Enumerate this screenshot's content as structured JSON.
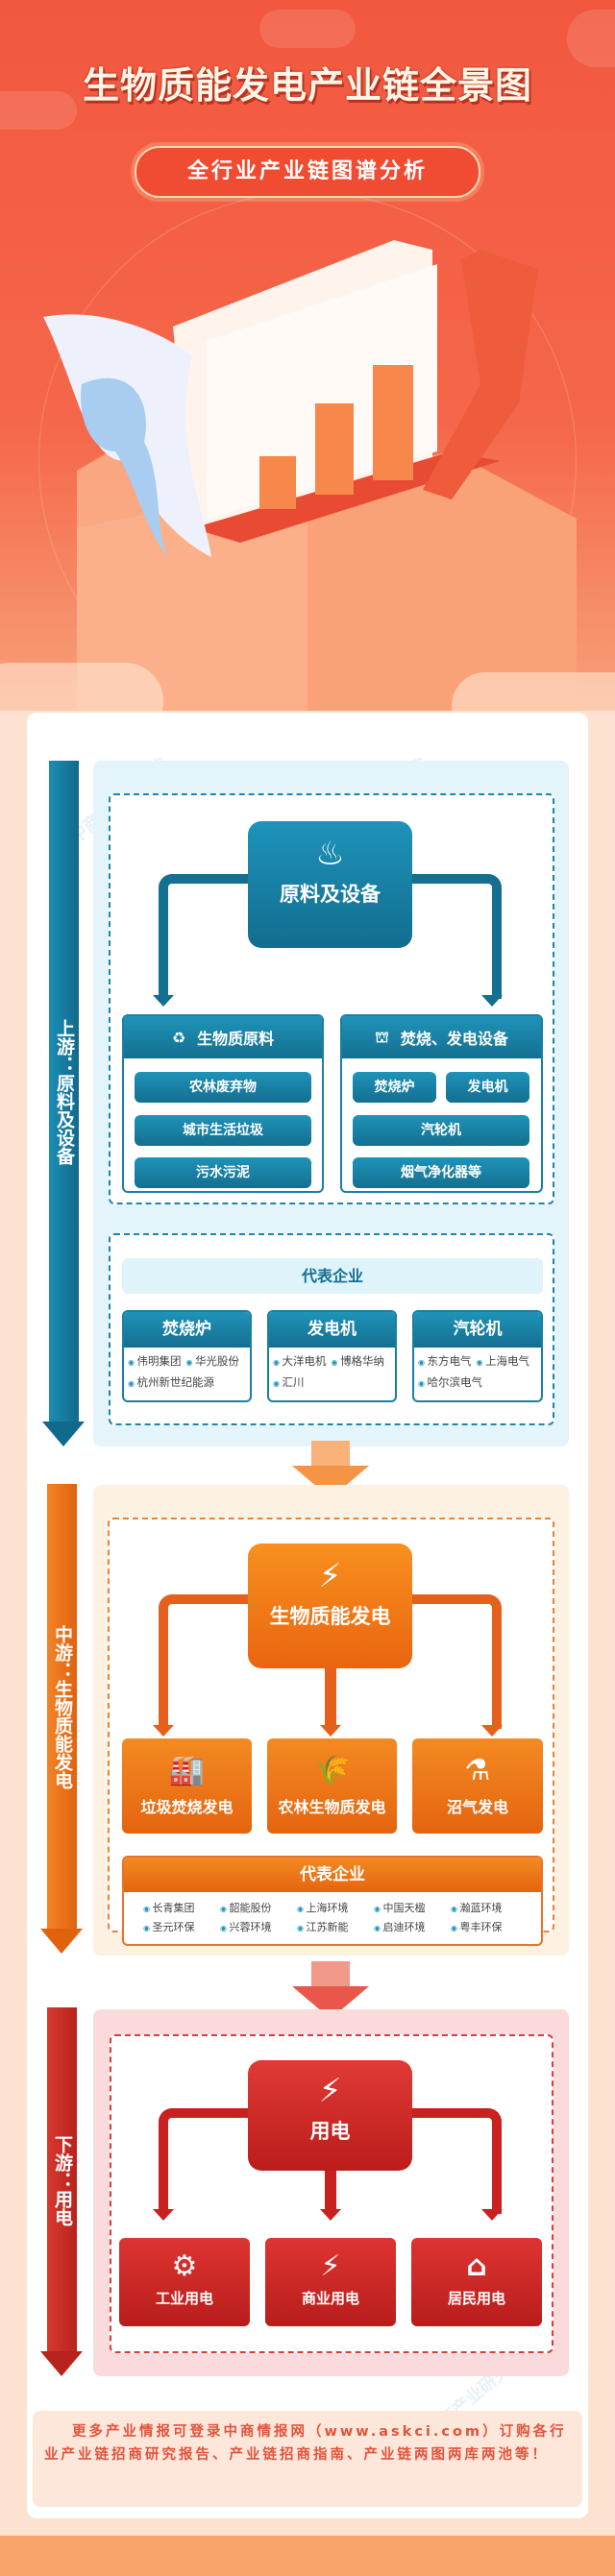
{
  "header": {
    "title": "生物质能发电产业链全景图",
    "subtitle": "全行业产业链图谱分析"
  },
  "watermark": "中商产业研究院",
  "colors": {
    "upstream": "#1a82a8",
    "midstream": "#f07a1c",
    "downstream": "#d42b2b",
    "hero": "#f2583f"
  },
  "upstream": {
    "label": "上游：原料及设备",
    "hub": {
      "label": "原料及设备",
      "icon": "factory-flame-icon"
    },
    "groups": [
      {
        "title": "生物质原料",
        "icon": "biomass-bag-icon",
        "items": [
          "农林废弃物",
          "城市生活垃圾",
          "污水污泥"
        ]
      },
      {
        "title": "焚烧、发电设备",
        "icon": "equipment-tower-icon",
        "items": [
          "焚烧炉",
          "发电机",
          "汽轮机",
          "烟气净化器等"
        ]
      }
    ],
    "rep_title": "代表企业",
    "companies": [
      {
        "category": "焚烧炉",
        "names": [
          "伟明集团",
          "华光股份",
          "杭州新世纪能源"
        ]
      },
      {
        "category": "发电机",
        "names": [
          "大洋电机",
          "博格华纳",
          "汇川"
        ]
      },
      {
        "category": "汽轮机",
        "names": [
          "东方电气",
          "上海电气",
          "哈尔滨电气"
        ]
      }
    ]
  },
  "midstream": {
    "label": "中游：生物质能发电",
    "hub": {
      "label": "生物质能发电",
      "icon": "power-tower-icon"
    },
    "types": [
      {
        "label": "垃圾焚烧发电",
        "icon": "power-plant-icon"
      },
      {
        "label": "农林生物质发电",
        "icon": "wheat-icon"
      },
      {
        "label": "沼气发电",
        "icon": "biogas-flask-icon"
      }
    ],
    "rep_title": "代表企业",
    "companies": [
      "长青集团",
      "韶能股份",
      "上海环境",
      "中国天楹",
      "瀚蓝环境",
      "圣元环保",
      "兴蓉环境",
      "江苏新能",
      "启迪环境",
      "粤丰环保"
    ]
  },
  "downstream": {
    "label": "下游：用电",
    "hub": {
      "label": "用电",
      "icon": "electric-board-icon"
    },
    "types": [
      {
        "label": "工业用电",
        "icon": "industrial-power-icon"
      },
      {
        "label": "商业用电",
        "icon": "commercial-power-icon"
      },
      {
        "label": "居民用电",
        "icon": "residential-power-icon"
      }
    ]
  },
  "footer": {
    "text": "更多产业情报可登录中商情报网（www.askci.com）订购各行业产业链招商研究报告、产业链招商指南、产业链两图两库两池等！"
  }
}
